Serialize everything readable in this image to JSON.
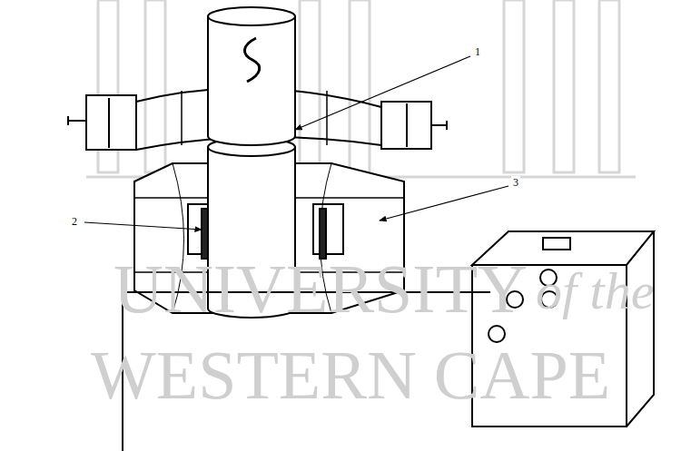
{
  "diagram": {
    "labels": [
      "1",
      "2",
      "3",
      "UNIVERSITY",
      "of the",
      "WESTERN CAPE"
    ]
  }
}
